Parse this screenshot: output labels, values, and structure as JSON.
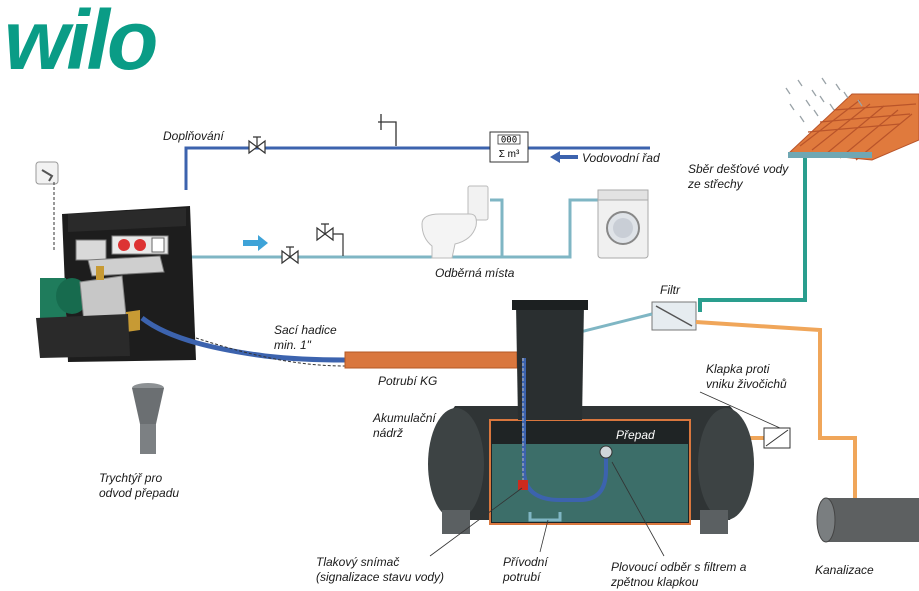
{
  "brand": {
    "logo_text": "wilo",
    "color": "#0a9c86"
  },
  "colors": {
    "pipe_blue": "#3c63ae",
    "pipe_teal": "#7fb6c4",
    "pipe_green": "#2a9e8e",
    "pipe_orange": "#f0a65a",
    "arrow_blue": "#3ea3d8",
    "tank_dark": "#2f3435",
    "water": "#3c6e69"
  },
  "labels": {
    "refill": "Doplňování",
    "water_main": "Vodovodní řad",
    "meter": "Σ m³",
    "meter_digits": "000",
    "rain_collect": "Sběr dešťové vody\nze střechy",
    "consumers": "Odběrná místa",
    "filter": "Filtr",
    "suction_hose": "Sací hadice\nmin. 1\"",
    "pipe_kg": "Potrubí KG",
    "tank": "Akumulační\nnádrž",
    "overflow_flap": "Klapka proti\nvniku živočichů",
    "overflow": "Přepad",
    "funnel": "Trychtýř pro\nodvod přepadu",
    "pressure_sensor": "Tlakový snímač\n(signalizace stavu vody)",
    "inlet_pipe": "Přívodní\npotrubí",
    "floating_intake": "Plovoucí odběr s filtrem a\nzpětnou klapkou",
    "sewer": "Kanalizace"
  },
  "icons": [
    "power-socket-icon",
    "valve-icon",
    "roof-tiles-icon",
    "rain-drops-icon",
    "toilet-icon",
    "washing-machine-icon",
    "pump-unit-icon",
    "funnel-icon",
    "water-meter-icon"
  ]
}
